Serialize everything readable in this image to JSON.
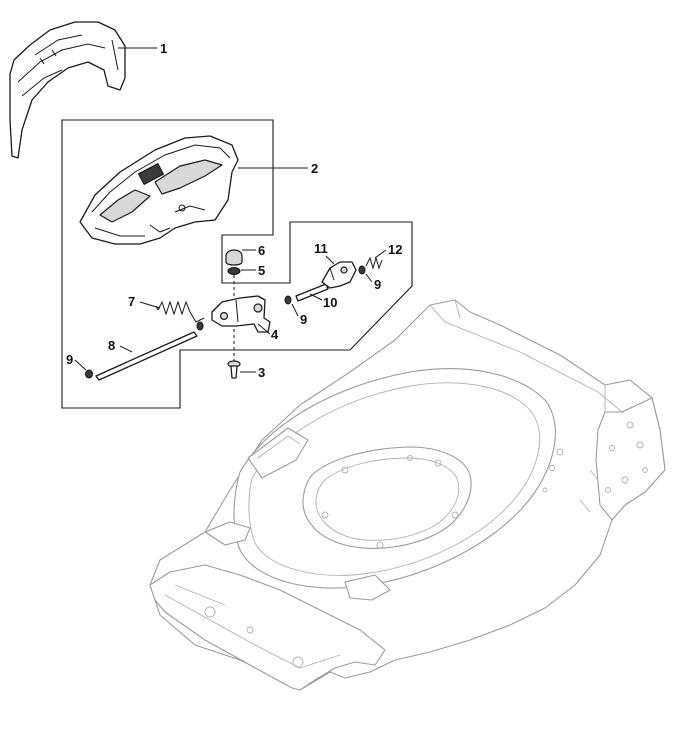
{
  "diagram": {
    "callouts": [
      {
        "id": "c1",
        "label": "1"
      },
      {
        "id": "c2",
        "label": "2"
      },
      {
        "id": "c3",
        "label": "3"
      },
      {
        "id": "c4",
        "label": "4"
      },
      {
        "id": "c5",
        "label": "5"
      },
      {
        "id": "c6",
        "label": "6"
      },
      {
        "id": "c7",
        "label": "7"
      },
      {
        "id": "c8",
        "label": "8"
      },
      {
        "id": "c9a",
        "label": "9"
      },
      {
        "id": "c9b",
        "label": "9"
      },
      {
        "id": "c9c",
        "label": "9"
      },
      {
        "id": "c10",
        "label": "10"
      },
      {
        "id": "c11",
        "label": "11"
      },
      {
        "id": "c12",
        "label": "12"
      }
    ]
  }
}
